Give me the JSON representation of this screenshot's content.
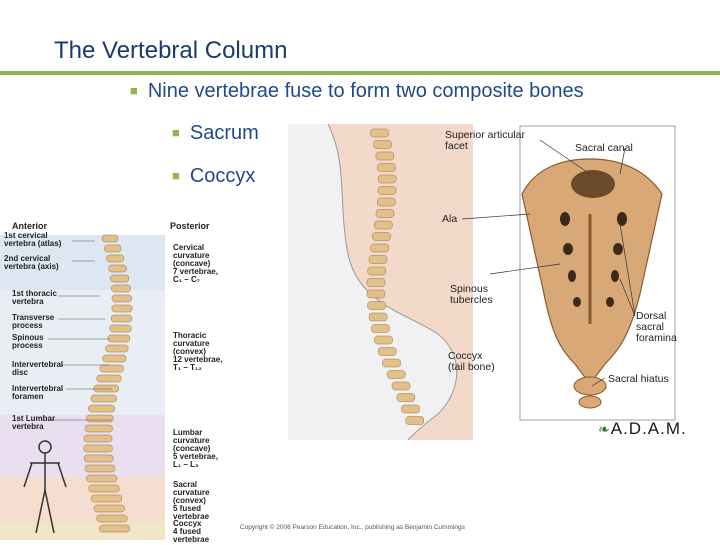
{
  "slide": {
    "title": "The Vertebral Column",
    "bullets": [
      "Nine vertebrae fuse to form two composite bones",
      "Sacrum",
      "Coccyx"
    ],
    "copyright": "Copyright © 2006 Pearson Education, Inc., publishing as Benjamin Cummings"
  },
  "left_figure": {
    "anterior": "Anterior",
    "posterior": "Posterior",
    "left_labels": [
      "1st cervical\nvertebra (atlas)",
      "2nd cervical\nvertebra (axis)",
      "1st thoracic\nvertebra",
      "Transverse\nprocess",
      "Spinous\nprocess",
      "Intervertebral\ndisc",
      "Intervertebral\nforamen",
      "1st Lumbar\nvertebra"
    ],
    "right_labels": [
      "Cervical\ncurvature\n(concave)\n7 vertebrae,\nC₁ – C₇",
      "Thoracic\ncurvature\n(convex)\n12 vertebrae,\nT₁ – T₁₂",
      "Lumbar\ncurvature\n(concave)\n5 vertebrae,\nL₁ – L₅",
      "Sacral\ncurvature\n(convex)\n5 fused\nvertebrae",
      "Coccyx\n4 fused\nvertebrae"
    ]
  },
  "right_figure": {
    "labels": {
      "superior_facet": "Superior articular\nfacet",
      "sacral_canal": "Sacral canal",
      "ala": "Ala",
      "spinous_tubercles": "Spinous\ntubercles",
      "dorsal_foramina": "Dorsal\nsacral\nforamina",
      "coccyx": "Coccyx\n(tail bone)",
      "sacral_hiatus": "Sacral hiatus"
    },
    "logo": "A.D.A.M."
  },
  "colors": {
    "title": "#1a3a6b",
    "accent": "#8bb84e",
    "bone": "#e2c08a"
  }
}
